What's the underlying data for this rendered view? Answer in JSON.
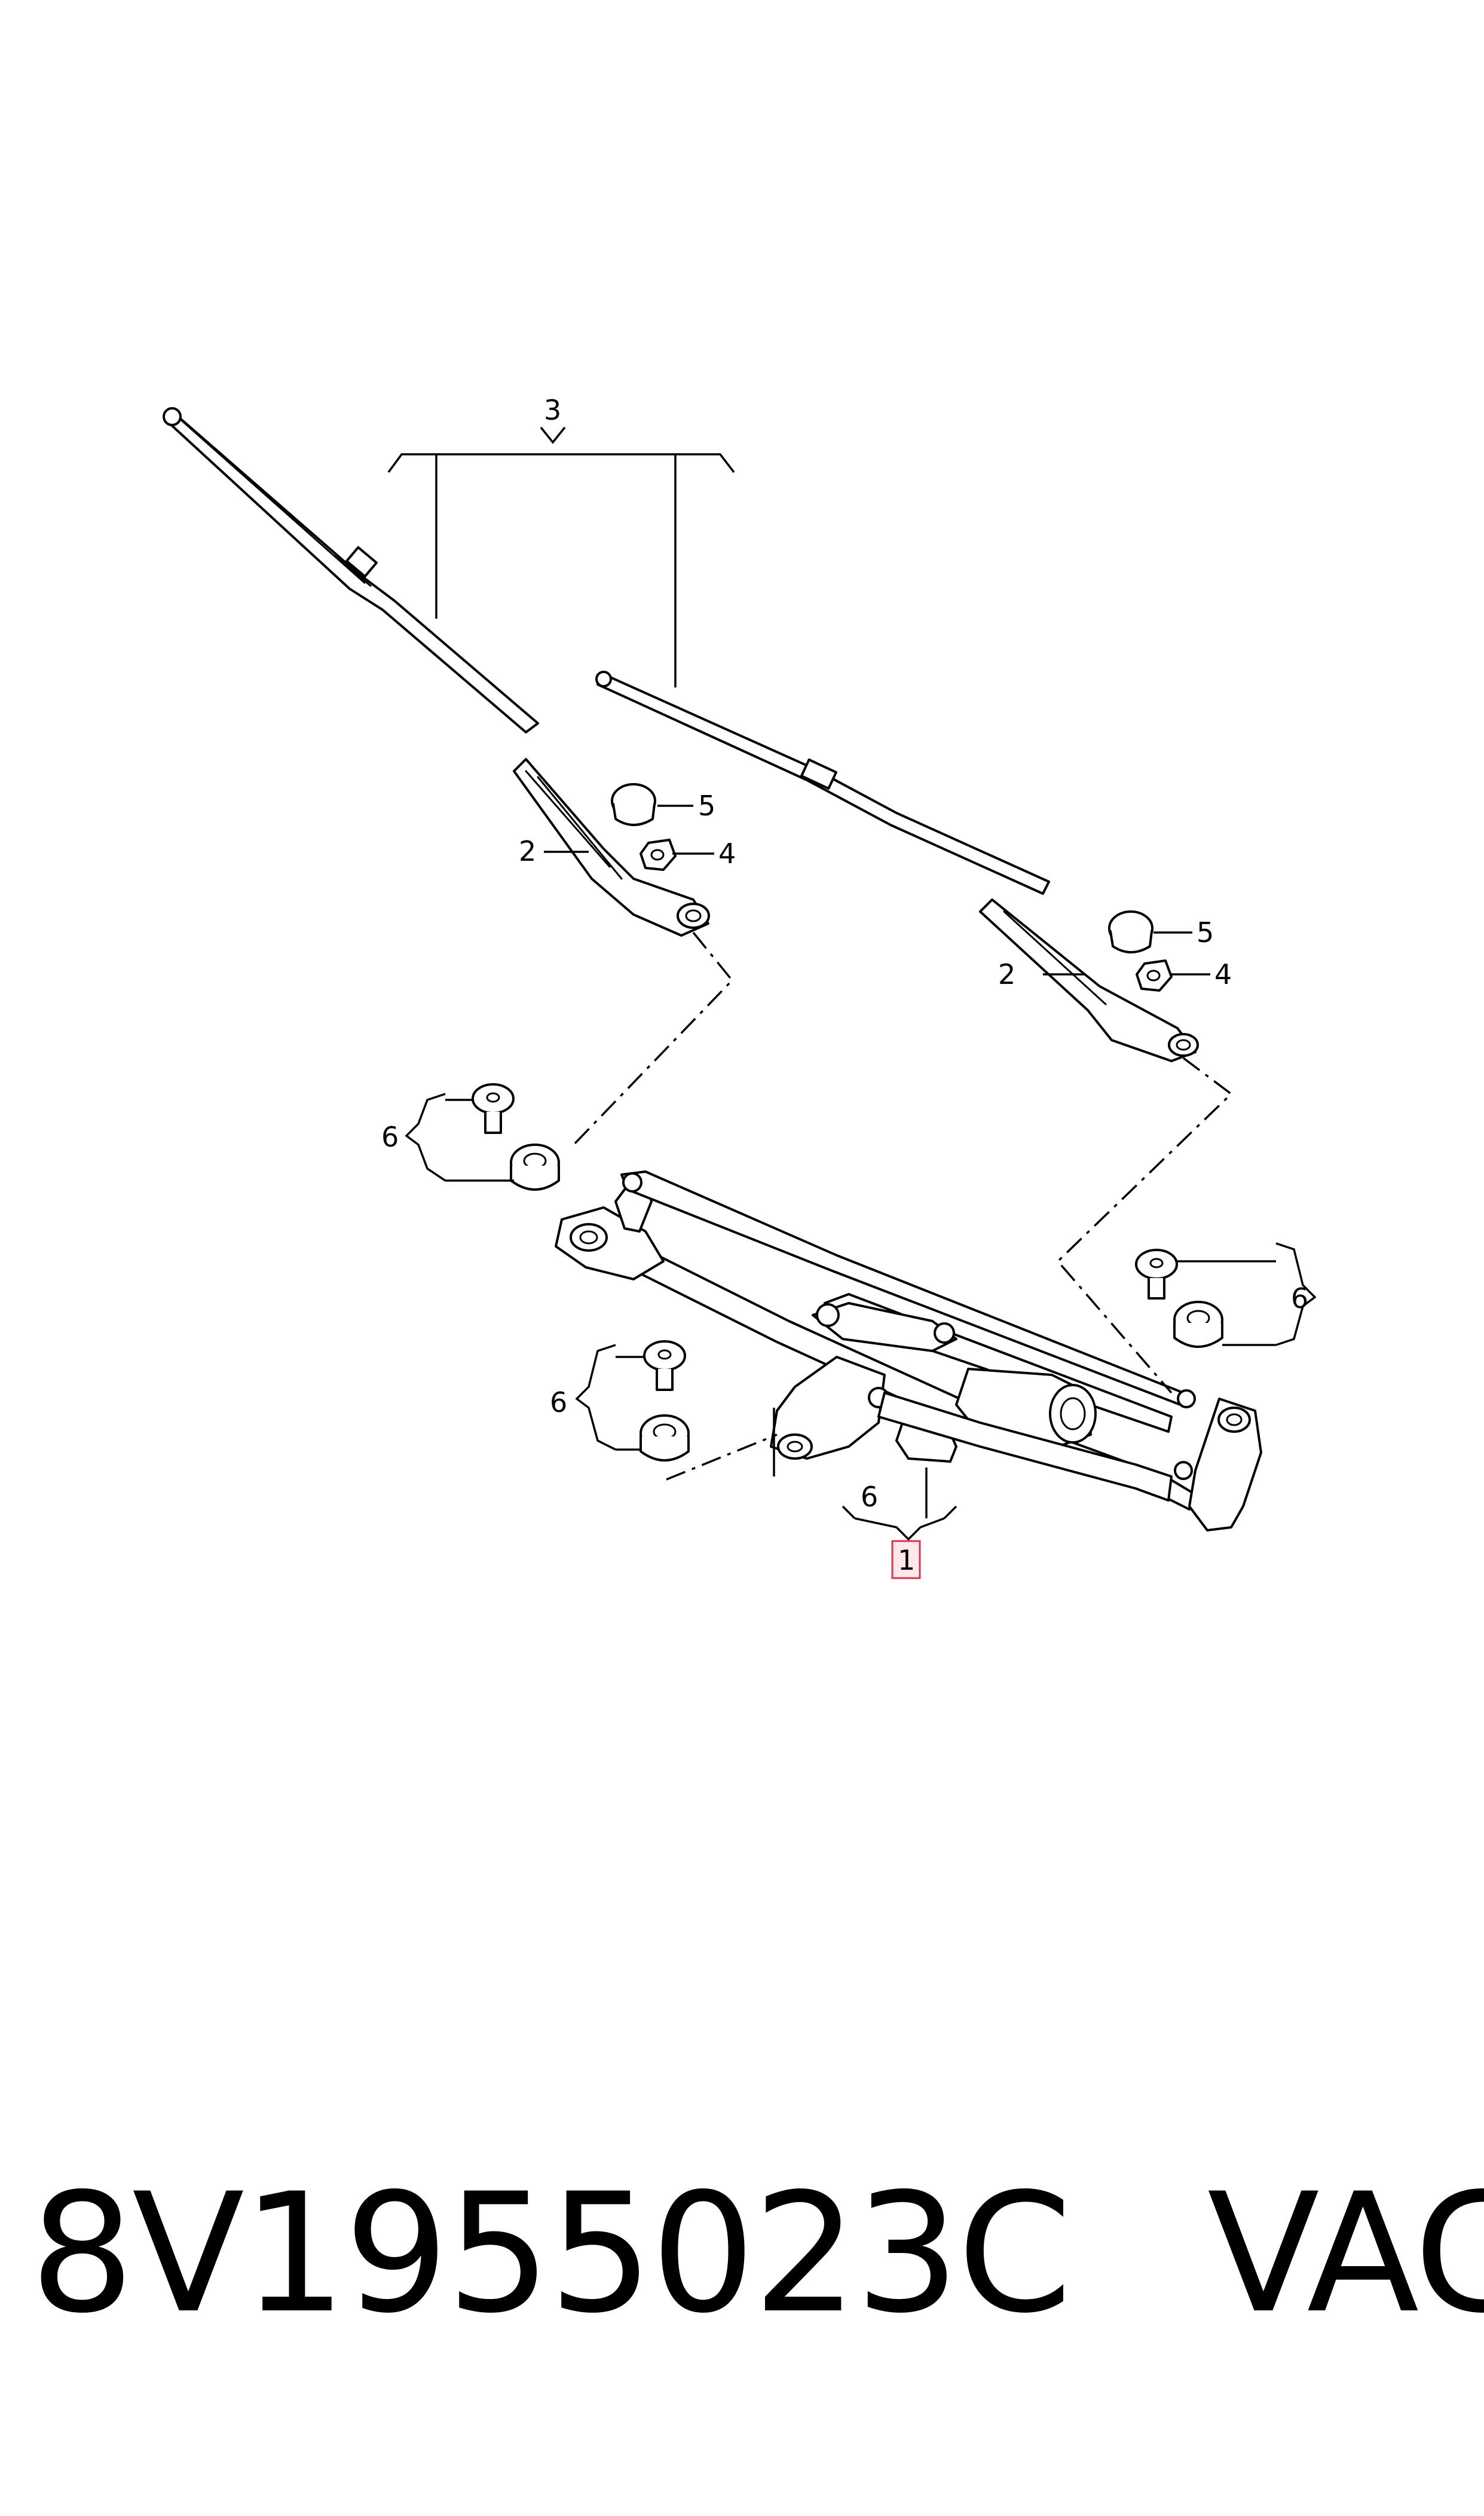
{
  "callouts": {
    "c1": "1",
    "c2a": "2",
    "c2b": "2",
    "c3": "3",
    "c4a": "4",
    "c4b": "4",
    "c5a": "5",
    "c5b": "5",
    "c6a": "6",
    "c6b": "6",
    "c6c": "6",
    "c6d": "6"
  },
  "caption": {
    "part_number": "8V1955023C",
    "brand": "VAG"
  },
  "highlight_color": "#d9334f"
}
